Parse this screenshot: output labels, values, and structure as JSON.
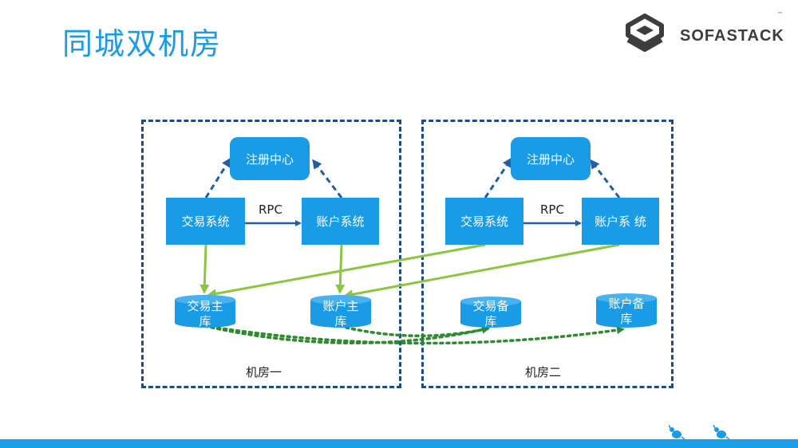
{
  "title": "同城双机房",
  "brand": {
    "name": "SOFASTACK",
    "tm": "™"
  },
  "colors": {
    "accent": "#1a9be6",
    "border": "#1e4a85",
    "green": "#8cc63f",
    "dotted": "#2e8b2e"
  },
  "rooms": [
    {
      "label": "机房一",
      "registry": "注册中心",
      "trade": "交易系统",
      "account": "账户系统",
      "rpc": "RPC",
      "db_trade": {
        "line1": "交易主",
        "line2": "库"
      },
      "db_account": {
        "line1": "账户主",
        "line2": "库"
      }
    },
    {
      "label": "机房二",
      "registry": "注册中心",
      "trade": "交易系统",
      "account": "账户系 统",
      "rpc": "RPC",
      "db_trade": {
        "line1": "交易备",
        "line2": "库"
      },
      "db_account": {
        "line1": "账户备",
        "line2": "库"
      }
    }
  ]
}
